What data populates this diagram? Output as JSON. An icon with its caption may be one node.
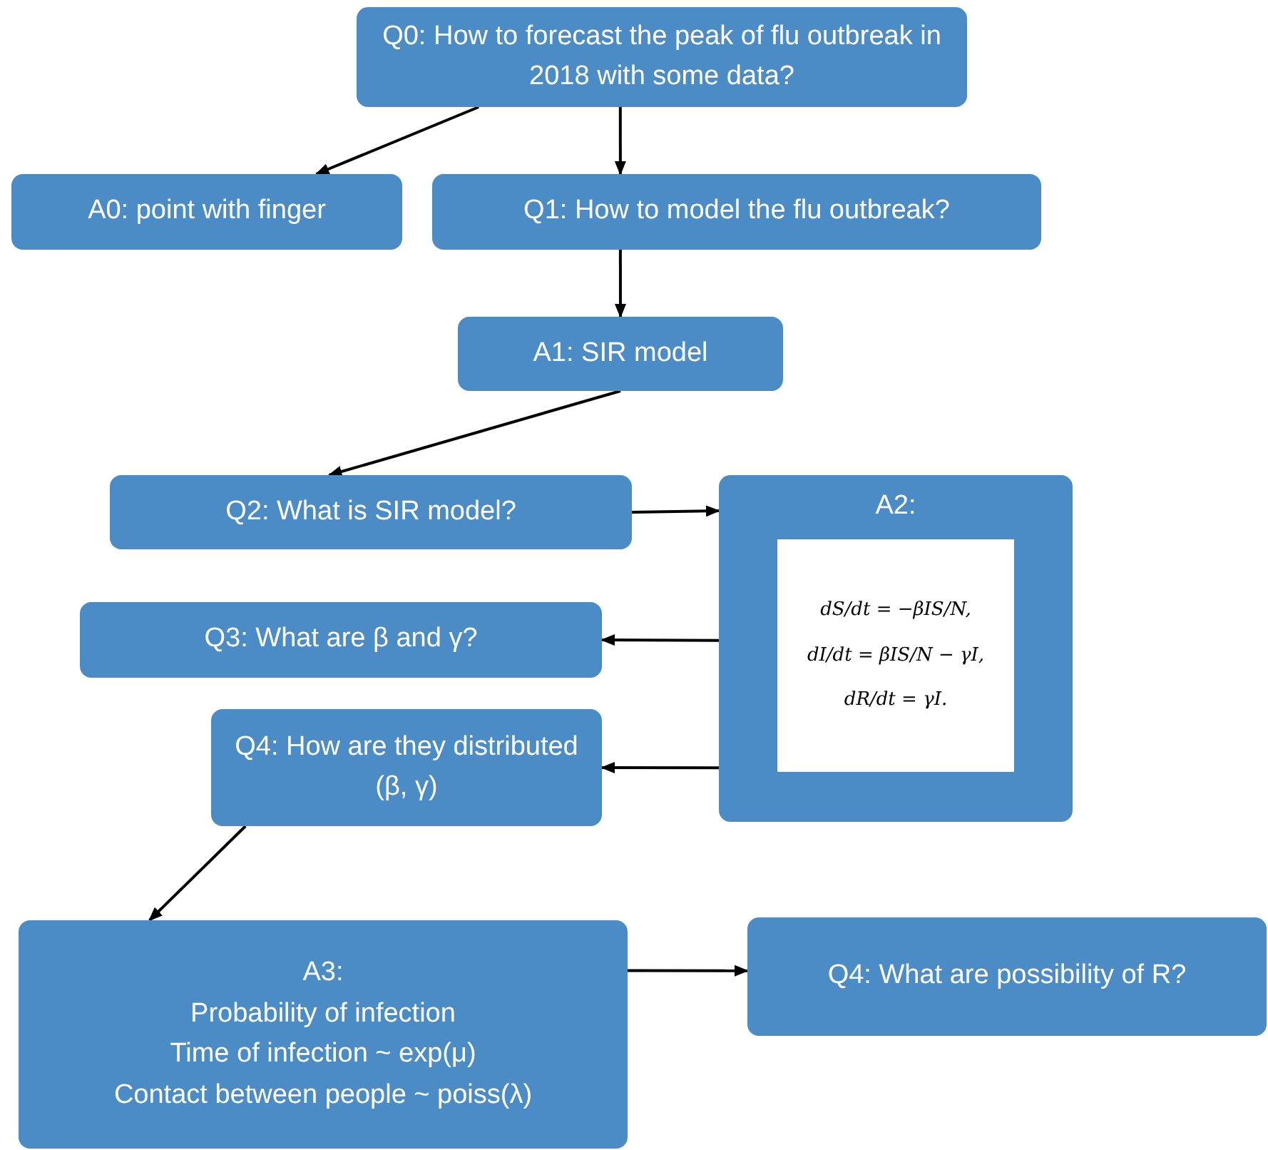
{
  "diagram": {
    "nodes": [
      {
        "text": [
          "Q0: How to forecast the peak of flu outbreak in 2018 with some data?"
        ]
      },
      {
        "text": [
          "A0: point with finger"
        ]
      },
      {
        "text": [
          "Q1: How to model the flu outbreak?"
        ]
      },
      {
        "text": [
          "A1: SIR model"
        ]
      },
      {
        "text": [
          "Q2: What is SIR model?"
        ]
      },
      {
        "text": [
          "A2:"
        ]
      },
      {
        "text": [
          "dS/dt = −βIS/N,",
          "dI/dt = βIS/N − γI,",
          "dR/dt = γI."
        ],
        "in": 5
      },
      {
        "text": [
          "Q3: What are β and γ?"
        ]
      },
      {
        "text": [
          "Q4: How are they distributed (β, γ)"
        ]
      },
      {
        "text": [
          "A3:",
          "Probability of infection",
          "Time of infection ~ exp(μ)",
          "Contact between people ~ poiss(λ)"
        ]
      },
      {
        "text": [
          "Q4: What are possibility of R?"
        ]
      }
    ],
    "edges": [
      {
        "from": 0,
        "to": 1,
        "arrow": "to"
      },
      {
        "from": 0,
        "to": 2,
        "arrow": "to"
      },
      {
        "from": 2,
        "to": 3,
        "arrow": "to"
      },
      {
        "from": 3,
        "to": 4,
        "arrow": "to"
      },
      {
        "from": 4,
        "to": 5,
        "arrow": "to"
      },
      {
        "from": 5,
        "to": 7,
        "arrow": "to"
      },
      {
        "from": 5,
        "to": 8,
        "arrow": "to"
      },
      {
        "from": 8,
        "to": 9,
        "arrow": "to"
      },
      {
        "from": 9,
        "to": 10,
        "arrow": "to"
      }
    ]
  }
}
